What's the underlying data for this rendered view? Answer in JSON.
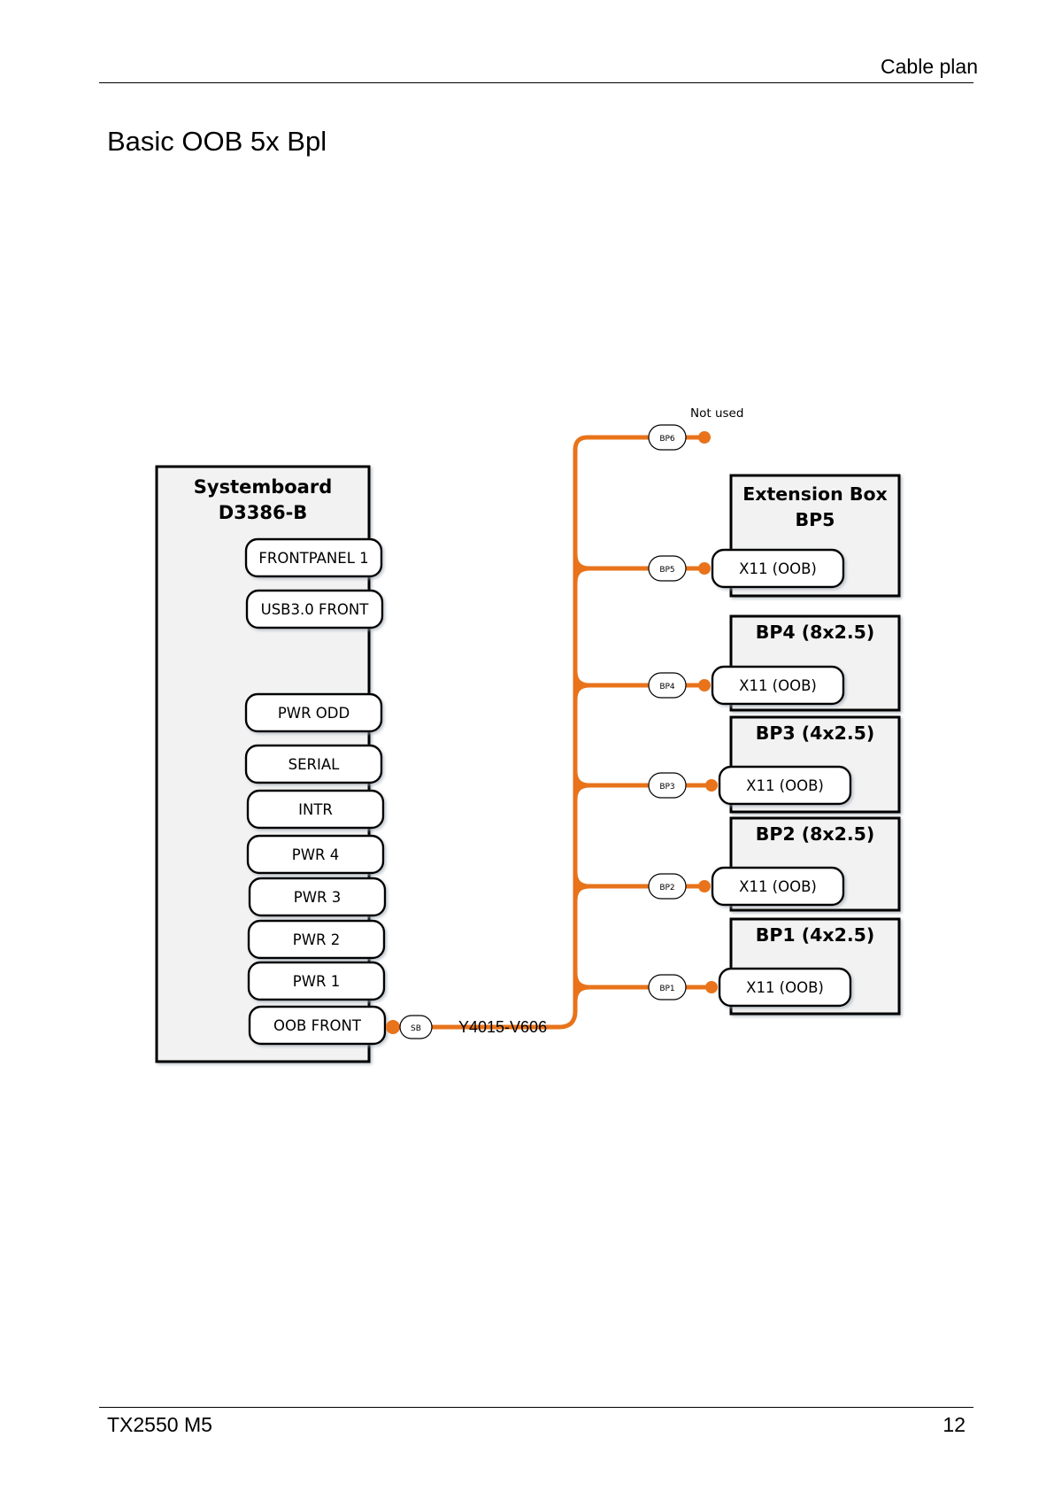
{
  "header": {
    "section_title": "Cable plan"
  },
  "page": {
    "title": "Basic OOB 5x Bpl"
  },
  "footer": {
    "model": "TX2550 M5",
    "page_number": "12"
  },
  "diagram": {
    "cable_color": "#E8731A",
    "systemboard": {
      "title_line1": "Systemboard",
      "title_line2": "D3386-B",
      "connectors": [
        "FRONTPANEL 1",
        "USB3.0 FRONT",
        "PWR ODD",
        "SERIAL",
        "INTR",
        "PWR 4",
        "PWR 3",
        "PWR 2",
        "PWR 1",
        "OOB FRONT"
      ]
    },
    "cable": {
      "source_tag": "SB",
      "label": "Y4015-V606",
      "not_used_note": "Not used"
    },
    "branch_tags": [
      "BP6",
      "BP5",
      "BP4",
      "BP3",
      "BP2",
      "BP1"
    ],
    "backplanes": [
      {
        "title_line1": "Extension Box",
        "title_line2": "BP5",
        "connector": "X11 (OOB)"
      },
      {
        "title_line1": "BP4  (8x2.5)",
        "title_line2": "",
        "connector": "X11 (OOB)"
      },
      {
        "title_line1": "BP3 (4x2.5)",
        "title_line2": "",
        "connector": "X11 (OOB)"
      },
      {
        "title_line1": "BP2 (8x2.5)",
        "title_line2": "",
        "connector": "X11 (OOB)"
      },
      {
        "title_line1": "BP1 (4x2.5)",
        "title_line2": "",
        "connector": "X11 (OOB)"
      }
    ]
  }
}
